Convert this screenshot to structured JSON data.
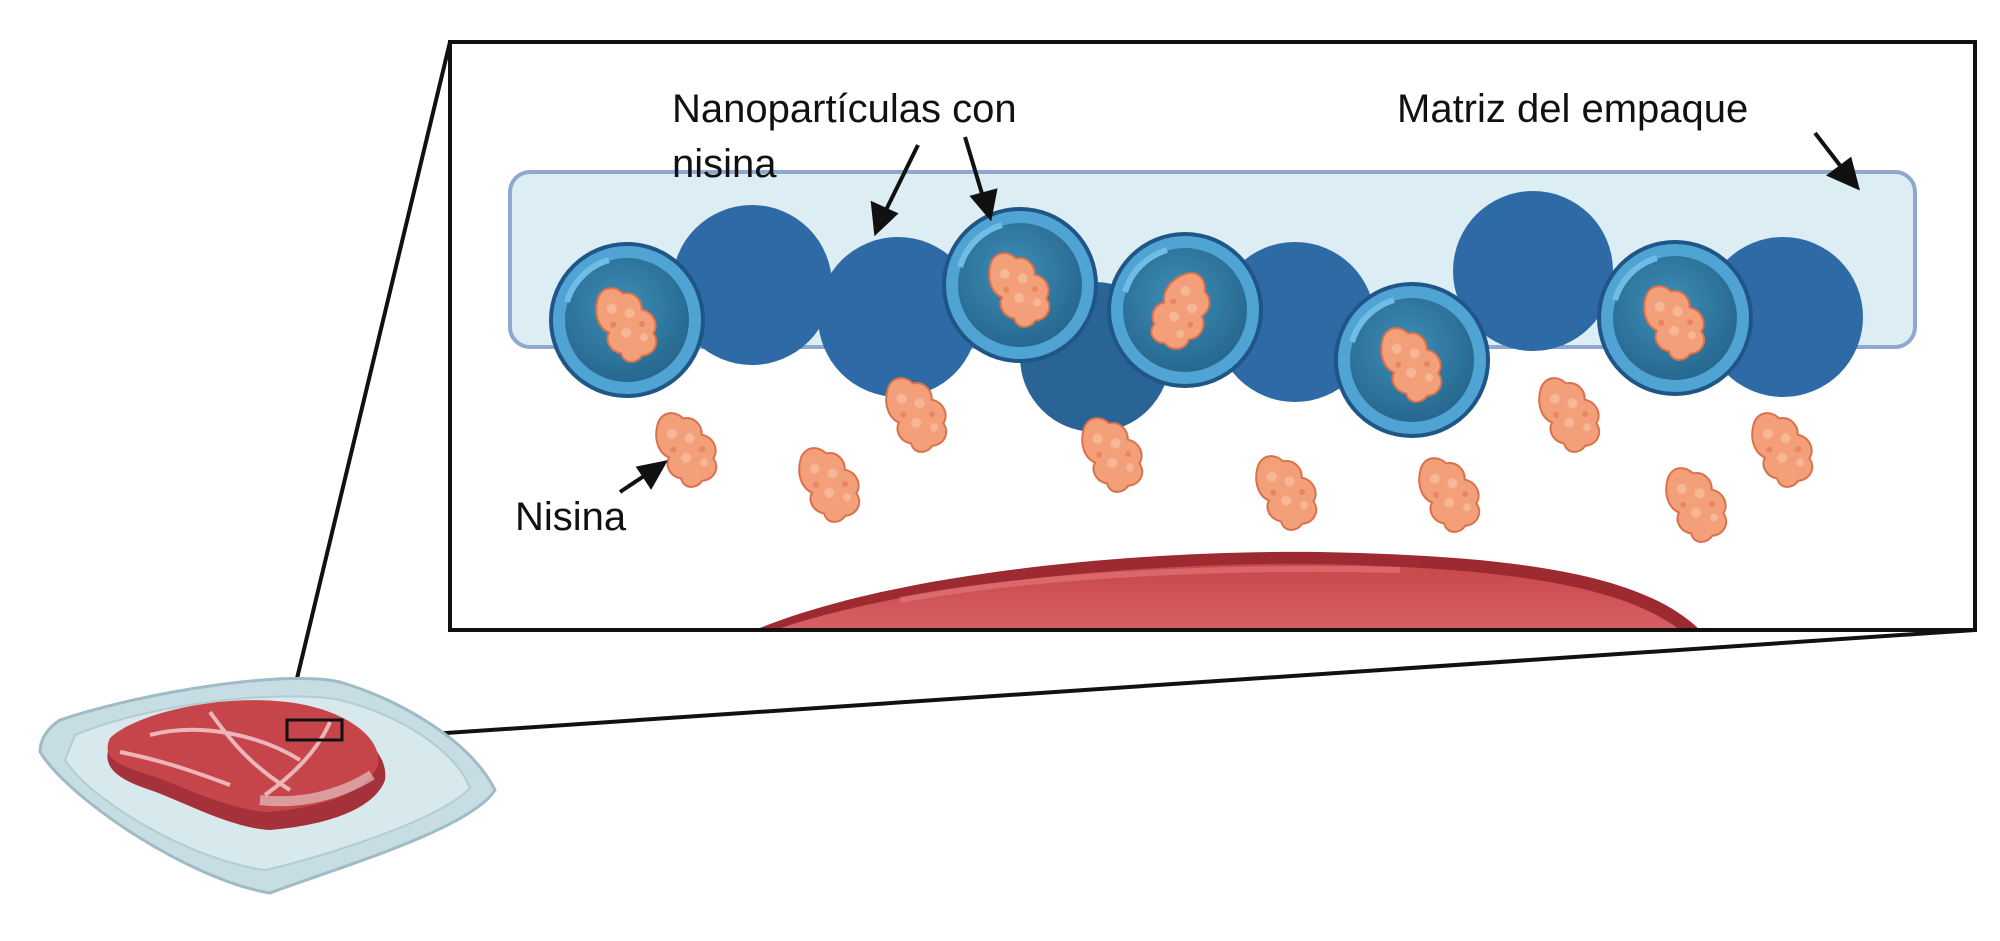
{
  "labels": {
    "nanoparticles_line1": "Nanopartículas con",
    "nanoparticles_line2": "nisina",
    "matrix": "Matriz del empaque",
    "nisin": "Nisina"
  },
  "colors": {
    "outline": "#111111",
    "matrix_fill": "#dcedf3",
    "matrix_stroke": "#8fa8d2",
    "nanoparticle_solid": "#2d6aa6",
    "nanoparticle_dark": "#1f5587",
    "nanoparticle_shell": "#4fa4d4",
    "nanoparticle_core": "#2f78a3",
    "nisin_fill": "#f3a07a",
    "nisin_stroke": "#d9714c",
    "meat_red": "#c9494c",
    "meat_dark": "#9d2a30",
    "tray": "#c6dde3"
  },
  "icons": [
    "meat-tray-icon",
    "nanoparticle-icon",
    "nisin-peptide-icon"
  ]
}
